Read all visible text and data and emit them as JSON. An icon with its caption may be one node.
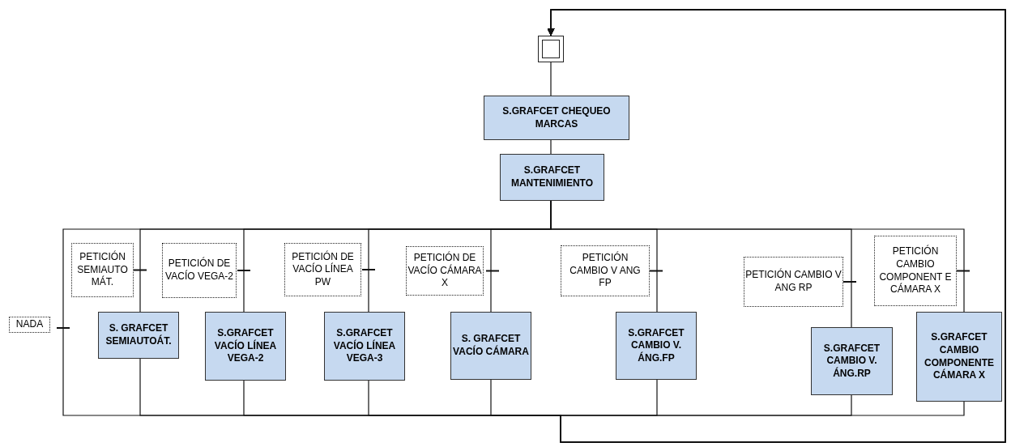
{
  "diagram": {
    "nodes": [
      {
        "text": [],
        "shape": "box"
      },
      {
        "text": [
          "S.GRAFCET CHEQUEO MARCAS"
        ]
      },
      {
        "text": [
          "S.GRAFCET MANTENIMIENTO"
        ]
      },
      {
        "text": [
          "NADA"
        ]
      },
      {
        "text": [
          "PETICIÓN SEMIAUTO MÁT."
        ]
      },
      {
        "text": [
          "S. GRAFCET SEMIAUTOÁT."
        ]
      },
      {
        "text": [
          "PETICIÓN DE VACÍO VEGA-2"
        ]
      },
      {
        "text": [
          "S.GRAFCET VACÍO LÍNEA VEGA-2"
        ]
      },
      {
        "text": [
          "PETICIÓN DE VACÍO LÍNEA PW"
        ]
      },
      {
        "text": [
          "S.GRAFCET VACÍO LÍNEA VEGA-3"
        ]
      },
      {
        "text": [
          "PETICIÓN DE VACÍO CÁMARA X"
        ]
      },
      {
        "text": [
          "S. GRAFCET VACÍO CÁMARA"
        ]
      },
      {
        "text": [
          "PETICIÓN CAMBIO V ANG FP"
        ]
      },
      {
        "text": [
          "S.GRAFCET CAMBIO V. ÁNG.FP"
        ]
      },
      {
        "text": [
          "PETICIÓN CAMBIO V ANG RP"
        ]
      },
      {
        "text": [
          "S.GRAFCET CAMBIO V. ÁNG.RP"
        ]
      },
      {
        "text": [
          "PETICIÓN CAMBIO COMPONENT E CÁMARA X"
        ]
      },
      {
        "text": [
          "S.GRAFCET CAMBIO COMPONENTE CÁMARA X"
        ]
      }
    ],
    "edges": [
      {
        "from": 0,
        "to": 1,
        "arrow": "none"
      },
      {
        "from": 1,
        "to": 2,
        "arrow": "none"
      },
      {
        "from": 2,
        "to": 5,
        "arrow": "none"
      },
      {
        "from": 2,
        "to": 7,
        "arrow": "none"
      },
      {
        "from": 2,
        "to": 9,
        "arrow": "none"
      },
      {
        "from": 2,
        "to": 11,
        "arrow": "none"
      },
      {
        "from": 2,
        "to": 13,
        "arrow": "none"
      },
      {
        "from": 2,
        "to": 15,
        "arrow": "none"
      },
      {
        "from": 2,
        "to": 17,
        "arrow": "none"
      },
      {
        "from": 2,
        "to": 0,
        "arrow": "to"
      },
      {
        "from": 5,
        "to": 0,
        "arrow": "to"
      },
      {
        "from": 7,
        "to": 0,
        "arrow": "to"
      },
      {
        "from": 9,
        "to": 0,
        "arrow": "to"
      },
      {
        "from": 11,
        "to": 0,
        "arrow": "to"
      },
      {
        "from": 13,
        "to": 0,
        "arrow": "to"
      },
      {
        "from": 15,
        "to": 0,
        "arrow": "to"
      },
      {
        "from": 17,
        "to": 0,
        "arrow": "to"
      }
    ]
  }
}
